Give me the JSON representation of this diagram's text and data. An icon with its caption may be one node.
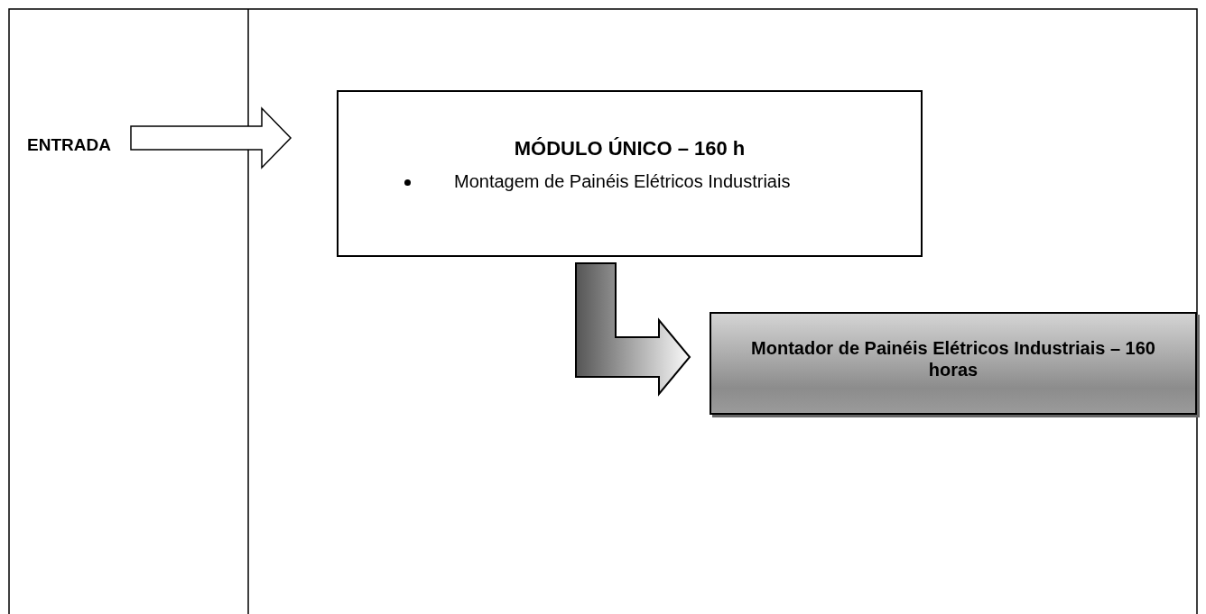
{
  "diagram": {
    "nodes": [
      {
        "text": [
          "ENTRADA"
        ]
      },
      {
        "text": [
          "MÓDULO ÚNICO – 160 h",
          "Montagem de Painéis Elétricos Industriais"
        ]
      },
      {
        "text": [
          "Montador de Painéis Elétricos Industriais – 160 horas"
        ]
      }
    ],
    "edges": [
      {
        "from": 0,
        "to": 1,
        "arrow": "to"
      },
      {
        "from": 1,
        "to": 2,
        "arrow": "to",
        "style": "thick"
      }
    ]
  }
}
